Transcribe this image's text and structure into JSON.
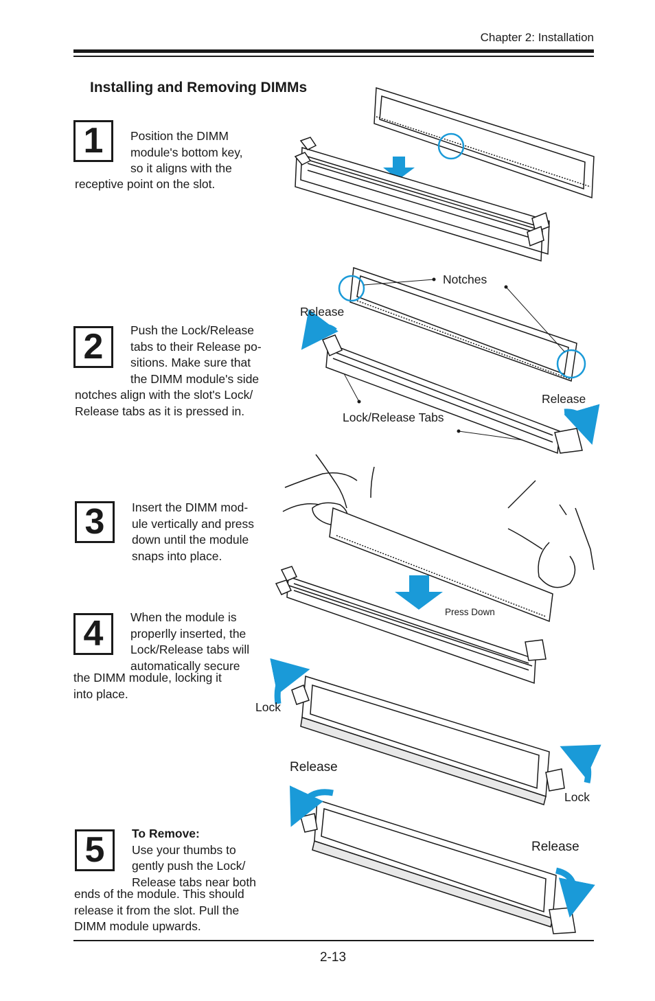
{
  "header": {
    "chapter": "Chapter 2: Installation"
  },
  "title": "Installing and Removing DIMMs",
  "steps": [
    {
      "number": "1",
      "lines": [
        "Position the DIMM",
        "module's bottom key,",
        "so it aligns with the",
        "receptive point on the slot."
      ]
    },
    {
      "number": "2",
      "lines": [
        "Push the Lock/Release",
        "tabs to their Release po-",
        "sitions.  Make sure that",
        "the DIMM module's side",
        "notches align with the slot's Lock/",
        "Release tabs as it is pressed in."
      ]
    },
    {
      "number": "3",
      "lines": [
        "Insert the DIMM mod-",
        "ule vertically and press",
        "down until the module",
        "snaps into place."
      ]
    },
    {
      "number": "4",
      "lines": [
        "When the module is",
        "properlly inserted, the",
        "Lock/Release tabs will",
        "automatically secure",
        "the DIMM module, locking it",
        "into place."
      ]
    },
    {
      "number": "5",
      "heading": "To Remove:",
      "lines": [
        "Use your thumbs to",
        "gently push the Lock/",
        "Release tabs near both",
        "ends of the module. This should",
        "release it from the slot.  Pull the",
        "DIMM module upwards."
      ]
    }
  ],
  "labels": {
    "notches": "Notches",
    "release": "Release",
    "lock_release_tabs": "Lock/Release Tabs",
    "press_down": "Press Down",
    "lock": "Lock"
  },
  "colors": {
    "accent_blue": "#1a9ad8",
    "ink": "#1a1a1a"
  },
  "footer": {
    "page_number": "2-13"
  }
}
